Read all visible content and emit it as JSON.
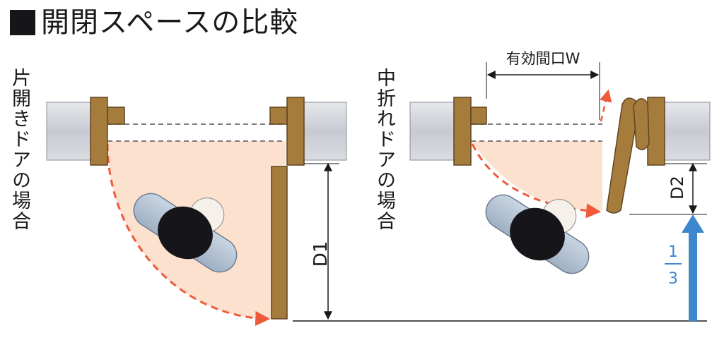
{
  "title": "開閉スペースの比較",
  "left_panel": {
    "label": "片開きドアの場合",
    "dimension": "D1"
  },
  "right_panel": {
    "label": "中折れドアの場合",
    "width_label": "有効間口W",
    "dimension": "D2",
    "fraction_numerator": "1",
    "fraction_denominator": "3"
  },
  "colors": {
    "wall": "#cdd0d6",
    "frame": "#a67c3c",
    "swing_area": "#fde1cf",
    "swing_arc": "#ee5a3a",
    "accent_blue": "#3d87cc"
  }
}
